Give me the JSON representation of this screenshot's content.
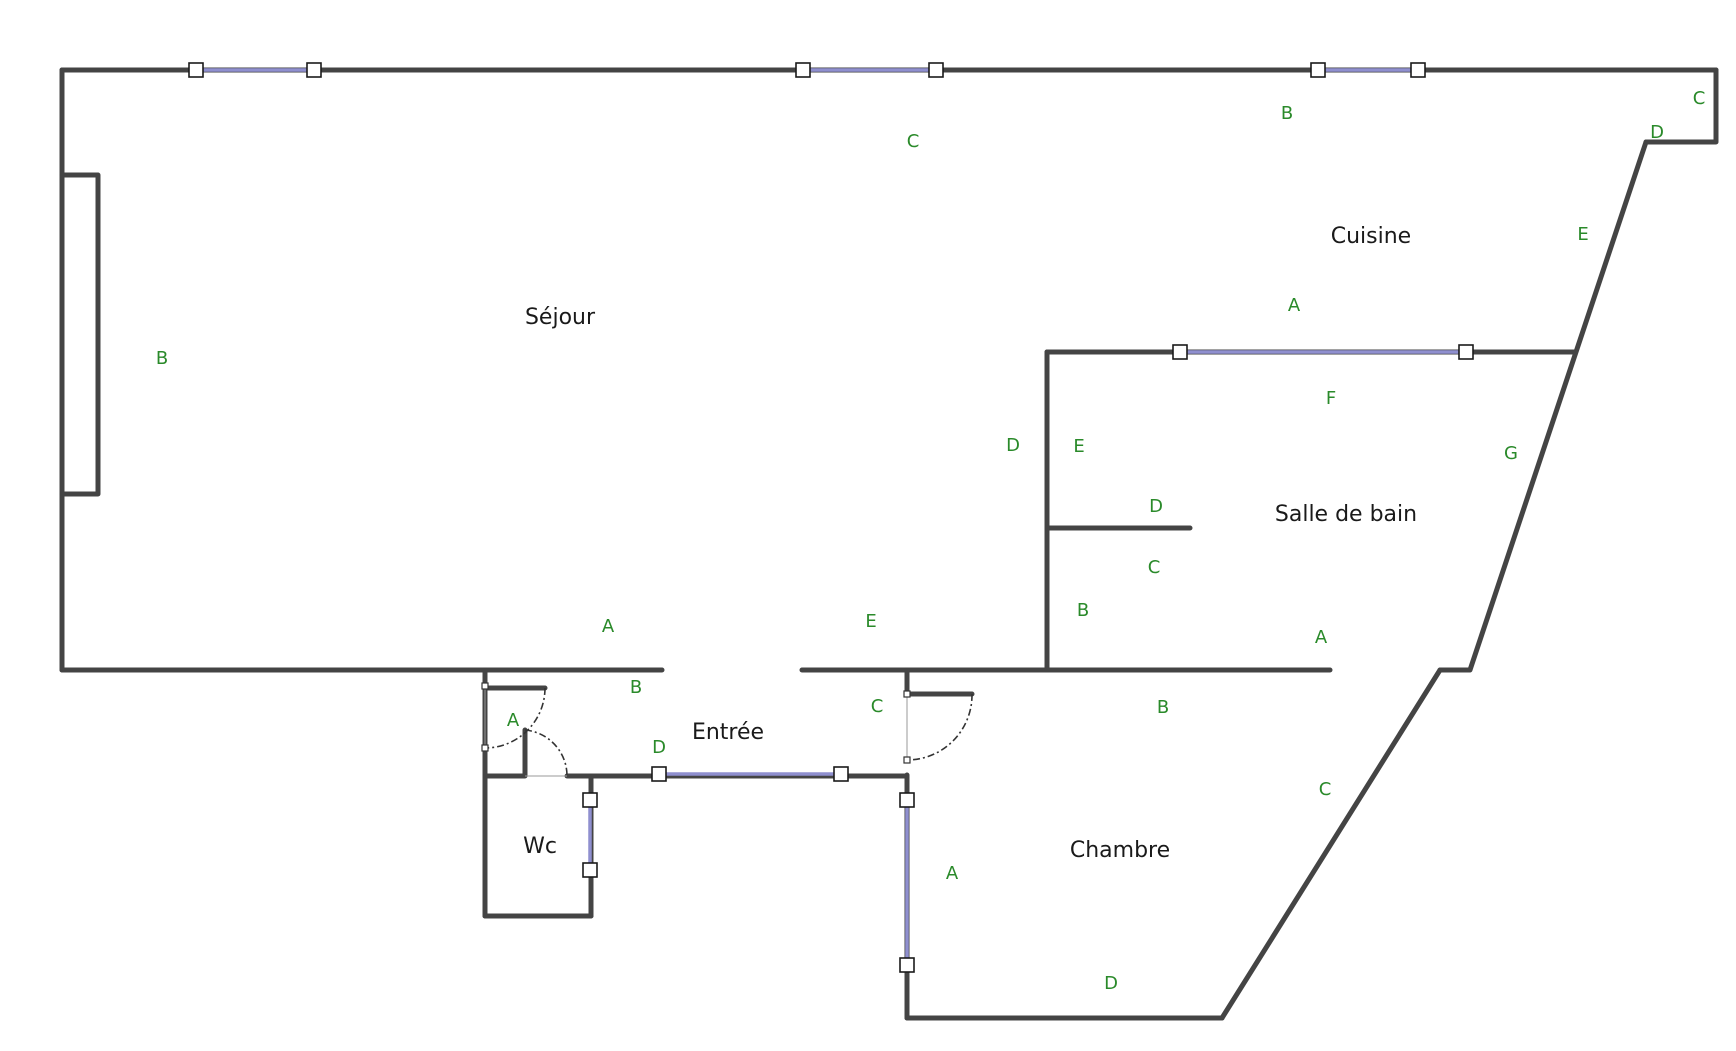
{
  "colors": {
    "background": "#ffffff",
    "wall": "#444444",
    "window_glass": "#8f8fcf",
    "wall_label": "#2a8a2a",
    "room_label": "#1a1a1a"
  },
  "rooms": {
    "sejour": "Séjour",
    "cuisine": "Cuisine",
    "salle_de_bain": "Salle de bain",
    "entree": "Entrée",
    "wc": "Wc",
    "chambre": "Chambre"
  },
  "wall_labels": {
    "sejour": {
      "a": "A",
      "b": "B",
      "c": "C",
      "d": "D",
      "e": "E"
    },
    "cuisine": {
      "a": "A",
      "b": "B",
      "c": "C",
      "d": "D",
      "e": "E"
    },
    "salle_de_bain": {
      "a": "A",
      "b": "B",
      "c": "C",
      "d": "D",
      "e": "E",
      "f": "F",
      "g": "G"
    },
    "entree": {
      "a": "A",
      "b": "B",
      "c": "C",
      "d": "D"
    },
    "chambre": {
      "a": "A",
      "b": "B",
      "c": "C",
      "d": "D"
    }
  },
  "legend_icons": {
    "window": "window-icon",
    "door": "door-swing-icon"
  }
}
